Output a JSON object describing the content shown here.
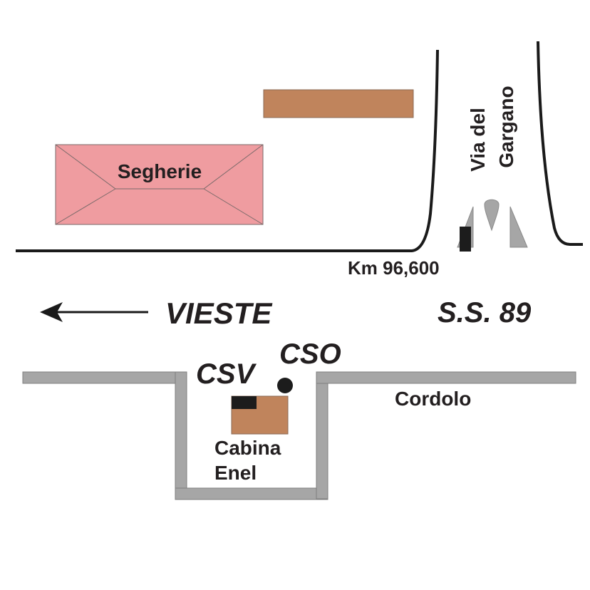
{
  "labels": {
    "segherie": "Segherie",
    "via_del": "Via del",
    "gargano": "Gargano",
    "km": "Km 96,600",
    "vieste": "VIESTE",
    "ss89": "S.S. 89",
    "cso": "CSO",
    "csv": "CSV",
    "cordolo": "Cordolo",
    "cabina": "Cabina",
    "enel": "Enel"
  },
  "colors": {
    "segherie_fill": "#ef9ca0",
    "building_fill": "#c0845c",
    "curb_fill": "#a6a6a6",
    "marker_fill": "#1c1c1c",
    "road_line": "#1a1a1a"
  },
  "icons": {
    "direction": "arrow-left-icon",
    "station_vertical": "black-rectangle",
    "station_circle": "black-dot"
  }
}
